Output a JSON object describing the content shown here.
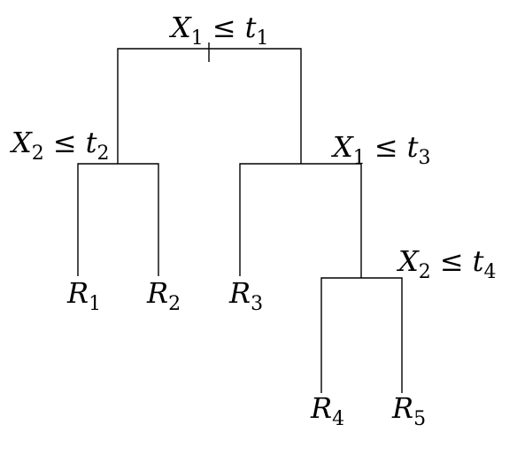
{
  "splits": {
    "root": {
      "var": "X",
      "var_sub": "1",
      "op": "≤",
      "thr": "t",
      "thr_sub": "1"
    },
    "left": {
      "var": "X",
      "var_sub": "2",
      "op": "≤",
      "thr": "t",
      "thr_sub": "2"
    },
    "right": {
      "var": "X",
      "var_sub": "1",
      "op": "≤",
      "thr": "t",
      "thr_sub": "3"
    },
    "right2": {
      "var": "X",
      "var_sub": "2",
      "op": "≤",
      "thr": "t",
      "thr_sub": "4"
    }
  },
  "leaves": [
    {
      "name": "R",
      "sub": "1"
    },
    {
      "name": "R",
      "sub": "2"
    },
    {
      "name": "R",
      "sub": "3"
    },
    {
      "name": "R",
      "sub": "4"
    },
    {
      "name": "R",
      "sub": "5"
    }
  ]
}
